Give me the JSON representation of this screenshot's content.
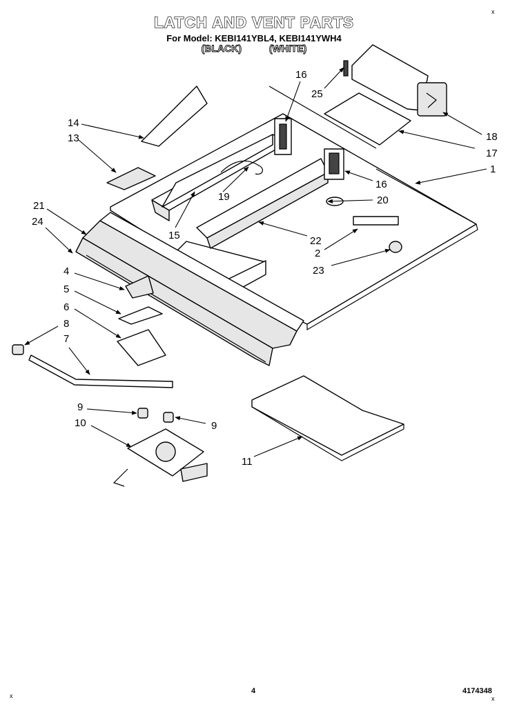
{
  "title": "LATCH AND VENT PARTS",
  "model_line": "For Model: KEBI141YBL4, KEBI141YWH4",
  "color_black": "(BLACK)",
  "color_white": "(WHITE)",
  "page_number": "4",
  "document_number": "4174348",
  "corner_marks": [
    "x",
    "x",
    "x"
  ],
  "callouts": [
    "1",
    "2",
    "4",
    "5",
    "6",
    "7",
    "8",
    "9",
    "9",
    "10",
    "11",
    "13",
    "14",
    "15",
    "16",
    "16",
    "17",
    "18",
    "19",
    "20",
    "21",
    "22",
    "23",
    "24",
    "25"
  ]
}
